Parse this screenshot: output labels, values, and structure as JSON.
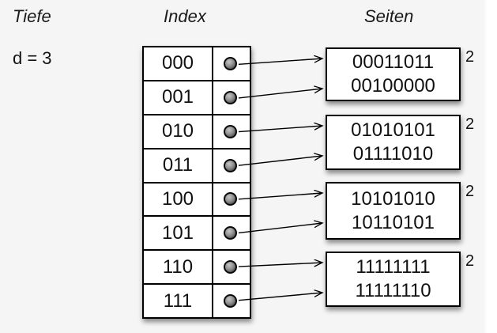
{
  "title_labels": {
    "depth_column": "Tiefe",
    "index_column": "Index",
    "pages_column": "Seiten"
  },
  "global_depth": {
    "text": "d = 3"
  },
  "index_table": {
    "entries": [
      {
        "bits": "000",
        "points_to": 0
      },
      {
        "bits": "001",
        "points_to": 0
      },
      {
        "bits": "010",
        "points_to": 1
      },
      {
        "bits": "011",
        "points_to": 1
      },
      {
        "bits": "100",
        "points_to": 2
      },
      {
        "bits": "101",
        "points_to": 2
      },
      {
        "bits": "110",
        "points_to": 3
      },
      {
        "bits": "111",
        "points_to": 3
      }
    ]
  },
  "pages": [
    {
      "values": [
        "00011011",
        "00100000"
      ],
      "local_depth": "2"
    },
    {
      "values": [
        "01010101",
        "01111010"
      ],
      "local_depth": "2"
    },
    {
      "values": [
        "10101010",
        "10110101"
      ],
      "local_depth": "2"
    },
    {
      "values": [
        "11111111",
        "11111110"
      ],
      "local_depth": "2"
    }
  ],
  "icons": {
    "pointer_dot": "pointer-dot-icon",
    "arrow": "arrow-right-icon"
  },
  "colors": {
    "line": "#000000",
    "box_fill": "#ffffff",
    "background": "#f5f5f6",
    "text": "#111111"
  }
}
